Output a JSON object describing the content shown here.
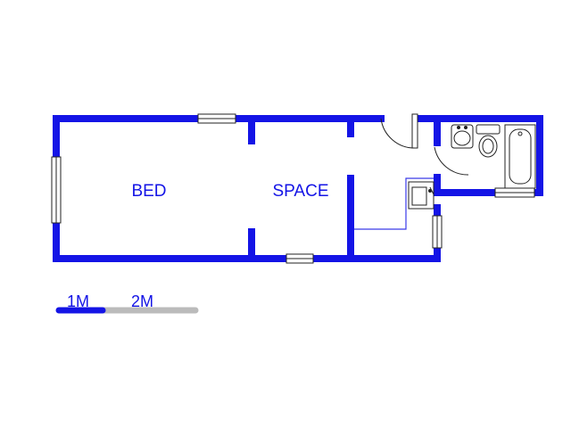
{
  "floorplan": {
    "wall_color": "#1414e6",
    "fixture_color": "#222222",
    "rooms": [
      {
        "id": "bed",
        "label": "BED"
      },
      {
        "id": "space",
        "label": "SPACE"
      }
    ]
  },
  "scale_bar": {
    "labels": [
      "1M",
      "2M"
    ],
    "primary_color": "#1414e6",
    "secondary_color": "#bbbbbb"
  }
}
